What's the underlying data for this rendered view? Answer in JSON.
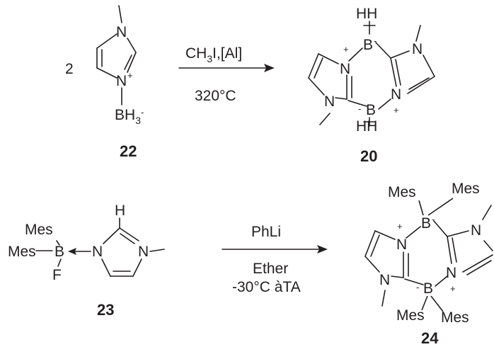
{
  "labels": {
    "compound_22": "22",
    "compound_20": "20",
    "compound_23": "23",
    "compound_24": "24"
  },
  "reaction_1": {
    "stoichiometry": "2",
    "reagent": "CH3I,[Al]",
    "conditions": "320°C"
  },
  "reaction_2": {
    "reagent": "PhLi",
    "solvent": "Ether",
    "conditions": "-30°C àTA"
  },
  "atoms": {
    "N": "N",
    "B": "B",
    "H": "H",
    "F": "F",
    "Mes": "Mes",
    "BH3": "BH",
    "BH3_sub": "3",
    "HH": "HH",
    "plus": "+",
    "minus": "-",
    "ch3": "CH",
    "ch3_sub": "3",
    "ch3_tail": "I,[Al]"
  }
}
